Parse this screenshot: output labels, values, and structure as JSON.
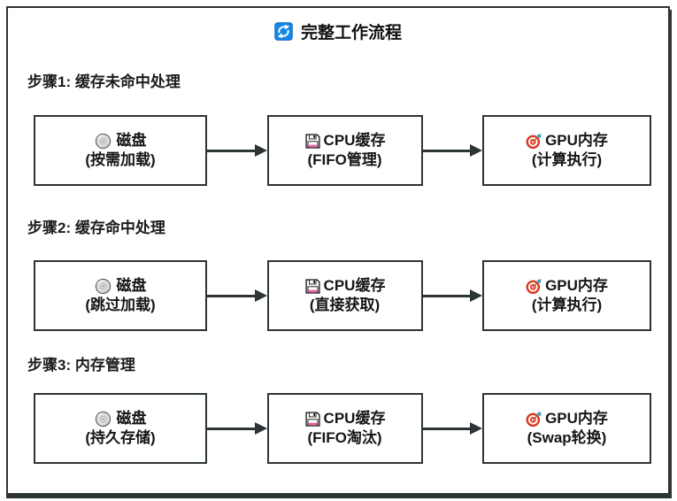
{
  "title": {
    "icon": "sync-icon",
    "text": "完整工作流程"
  },
  "colors": {
    "frame_border": "#2d3436",
    "background": "#ffffff",
    "text": "#161616",
    "arrow": "#2d3436",
    "sync_icon_blue": "#1287e8",
    "target_red": "#e83b23",
    "dart_blue": "#31a8e0",
    "floppy_stripe_pink": "#ef5fa7",
    "cd_silver": "#dcdcdc"
  },
  "steps": [
    {
      "label": "步骤1: 缓存未命中处理",
      "nodes": [
        {
          "icon": "cd-icon",
          "name": "磁盘",
          "detail": "(按需加载)"
        },
        {
          "icon": "floppy-icon",
          "name": "CPU缓存",
          "detail": "(FIFO管理)"
        },
        {
          "icon": "target-icon",
          "name": "GPU内存",
          "detail": "(计算执行)"
        }
      ]
    },
    {
      "label": "步骤2: 缓存命中处理",
      "nodes": [
        {
          "icon": "cd-icon",
          "name": "磁盘",
          "detail": "(跳过加载)"
        },
        {
          "icon": "floppy-icon",
          "name": "CPU缓存",
          "detail": "(直接获取)"
        },
        {
          "icon": "target-icon",
          "name": "GPU内存",
          "detail": "(计算执行)"
        }
      ]
    },
    {
      "label": "步骤3: 内存管理",
      "nodes": [
        {
          "icon": "cd-icon",
          "name": "磁盘",
          "detail": "(持久存储)"
        },
        {
          "icon": "floppy-icon",
          "name": "CPU缓存",
          "detail": "(FIFO淘汰)"
        },
        {
          "icon": "target-icon",
          "name": "GPU内存",
          "detail": "(Swap轮换)"
        }
      ]
    }
  ]
}
